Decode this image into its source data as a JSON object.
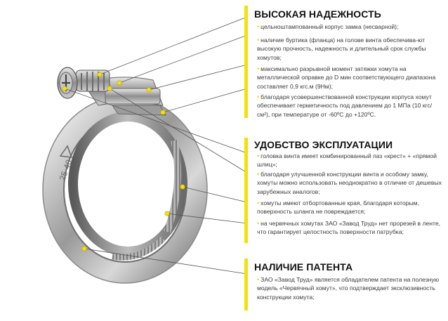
{
  "sections": [
    {
      "title": "ВЫСОКАЯ НАДЕЖНОСТЬ",
      "items": [
        "цельноштампованный корпус замка (несварной);",
        "наличие буртика (фланца) на голове винта обеспечива-ют высокую прочность, надежность и длительный срок службы хомутов;",
        "максимально разрывной момент затяжки хомута на металлической оправке до D мин соответствующего диапазона составляет 0,9 кгс.м (9Нм);",
        "благодаря усовершенствованной конструкции корпуса хомут обеспечивает герметичность под давлением до 1 МПа  (10 кгс/см²), при температуре от -60ºС до +120ºС."
      ]
    },
    {
      "title": "УДОБСТВО ЭКСПЛУАТАЦИИ",
      "items": [
        "головка винта имеет комбинированный паз «крест» + «прямой шлиц»;",
        "благодаря улучшенной конструкции винта и особому замку, хомуты можно использовать неоднократно в отличие от дешевых зарубежных аналогов;",
        "хомуты имеют отбортованные края, благодаря которым, поверхность шланга не повреждается;",
        "на червячных хомутах ЗАО «Завод Труд» нет прорезей в ленте, что гарантирует целостность поверхности патрубка;"
      ]
    },
    {
      "title": "НАЛИЧИЕ ПАТЕНТА",
      "items": [
        "ЗАО «Завод Труд» является  обладателем патента на полезную модель «Червячный хомут», что подтверждает эксклюзивность конструкции хомута;"
      ]
    }
  ],
  "clamp_marking": "25-40",
  "colors": {
    "accent": "#f2e300",
    "heading": "#111111",
    "text": "#3a3a3a",
    "leader": "#555555"
  }
}
